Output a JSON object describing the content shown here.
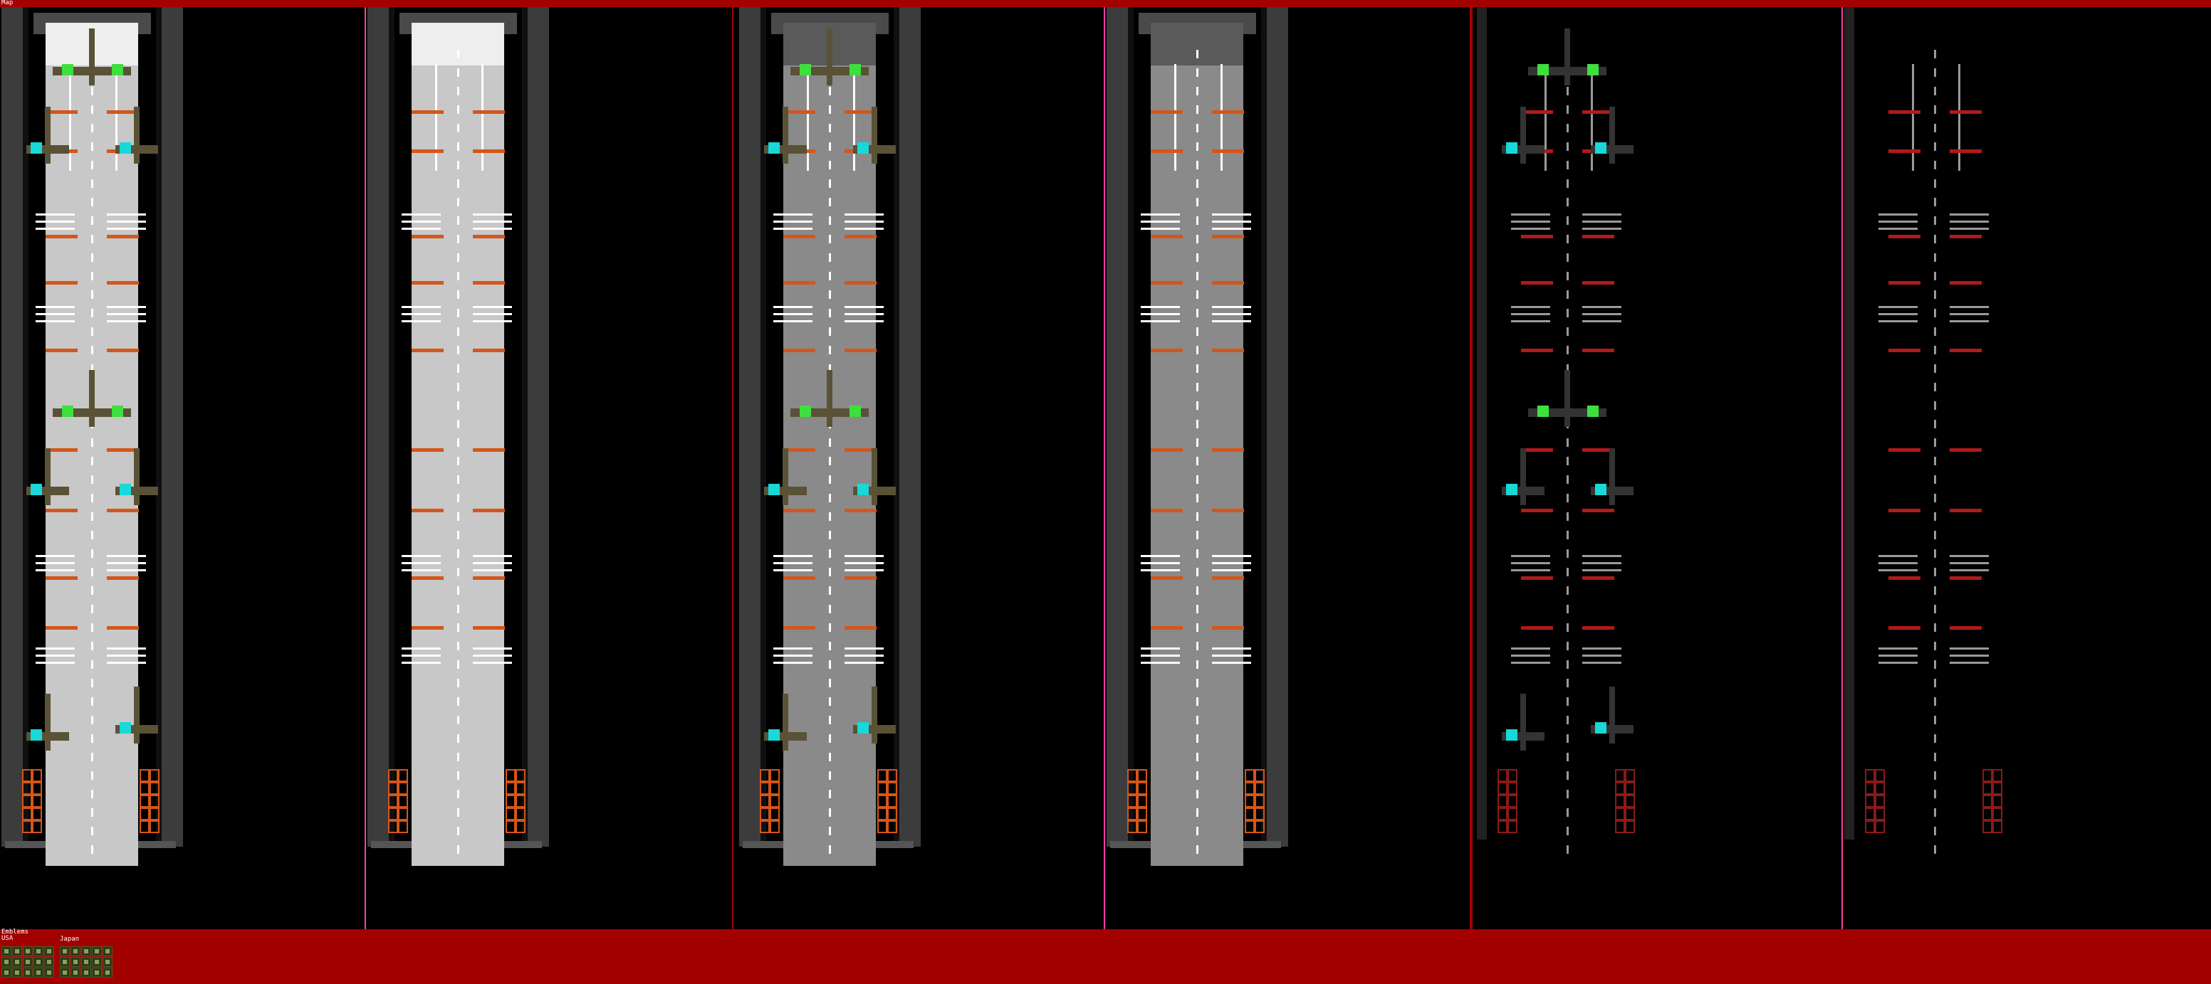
{
  "map": {
    "title": "Map"
  },
  "emblems": {
    "title": "Emblems",
    "groups": [
      {
        "label": "USA"
      },
      {
        "label": "Japan"
      }
    ]
  },
  "colors": {
    "background": "#a30000",
    "runway": "#c8c8c8",
    "runway_dark": "#8a8a8a",
    "hazard": "#d4561a",
    "plane_green": "#3ee03e",
    "plane_cyan": "#18d8d8",
    "hull": "#3c3c3c",
    "crate": "#d4561a"
  },
  "panels": [
    {
      "name": "full-color",
      "variant": "color",
      "planes": true
    },
    {
      "name": "runway-only",
      "variant": "color",
      "planes": false
    },
    {
      "name": "dark-full",
      "variant": "dark",
      "planes": true
    },
    {
      "name": "dark-runway",
      "variant": "dark",
      "planes": false
    },
    {
      "name": "mask-planes",
      "variant": "mask",
      "planes": true
    },
    {
      "name": "mask-runway",
      "variant": "mask",
      "planes": false
    }
  ]
}
